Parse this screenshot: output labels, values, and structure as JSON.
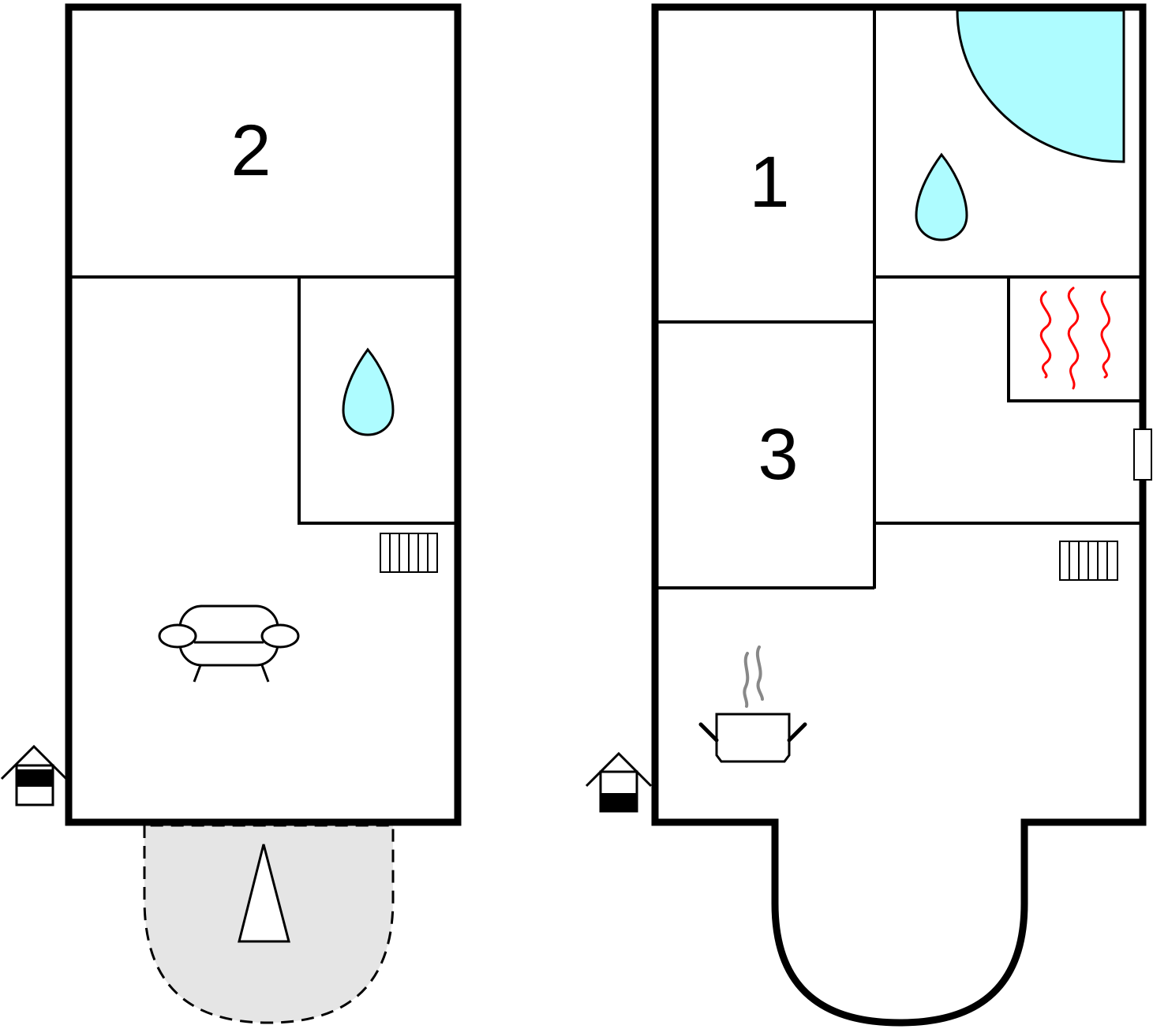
{
  "floorplan": {
    "colors": {
      "wall": "#000000",
      "water": "#aefcff",
      "sauna_waves": "#ff0000",
      "terrace_fill": "#e5e5e5",
      "steam": "#888888"
    },
    "left_floor": {
      "rooms": [
        {
          "label": "2",
          "kind": "bedroom"
        }
      ],
      "icons": [
        "water-drop-icon",
        "radiator-icon",
        "sofa-icon",
        "entrance-house-icon",
        "terrace-icon"
      ]
    },
    "right_floor": {
      "rooms": [
        {
          "label": "1",
          "kind": "bedroom"
        },
        {
          "label": "3",
          "kind": "bedroom"
        }
      ],
      "icons": [
        "shower-icon",
        "water-drop-icon",
        "sauna-icon",
        "radiator-icon",
        "cooking-pot-icon",
        "entrance-house-icon",
        "window-icon"
      ]
    }
  }
}
